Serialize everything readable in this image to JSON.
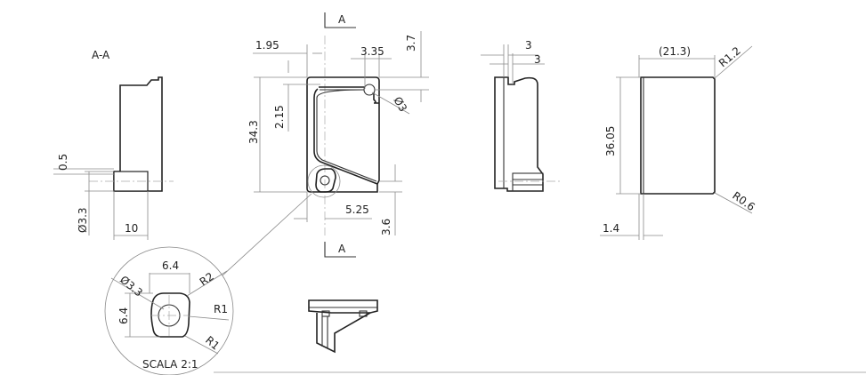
{
  "section_view": {
    "title": "A-A",
    "dims": {
      "thickness": "0.5",
      "hole_dia": "Ø3.3",
      "length": "10"
    }
  },
  "front_view": {
    "section_marker_top": "A",
    "section_marker_bottom": "A",
    "dims": {
      "left_offset": "1.95",
      "hole_offset": "3.35",
      "top_gap": "3.7",
      "height": "34.3",
      "inner_top": "2.15",
      "pin_dia": "Ø3",
      "center_offset": "5.25",
      "bottom_gap": "3.6"
    }
  },
  "side_view": {
    "dims": {
      "top": "3",
      "bottom": "3"
    }
  },
  "right_view": {
    "dims": {
      "width": "(21.3)",
      "radius_top": "R1.2",
      "height": "36.05",
      "radius_bottom": "R0.6",
      "thickness": "1.4"
    }
  },
  "detail_view": {
    "dims": {
      "width": "6.4",
      "height": "6.4",
      "hole_dia": "Ø3.3",
      "r_top": "R2",
      "r_mid": "R1",
      "r_bottom": "R1"
    },
    "scale_label": "SCALA 2:1"
  }
}
